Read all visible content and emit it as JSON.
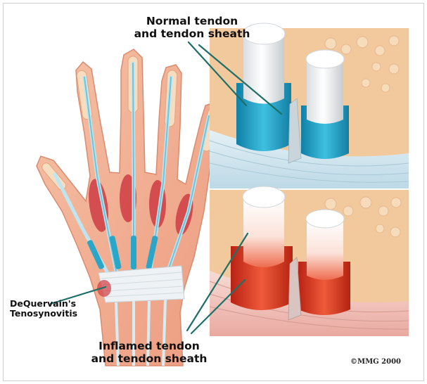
{
  "labels": {
    "normal": {
      "line1": "Normal tendon",
      "line2": "and tendon sheath"
    },
    "inflamed": {
      "line1": "Inflamed tendon",
      "line2": "and tendon sheath"
    },
    "condition": {
      "line1": "DeQuervain's",
      "line2": "Tenosynovitis"
    }
  },
  "copyright": "©MMG 2000",
  "colors": {
    "normal_sheath": "#2aa6c8",
    "inflamed_sheath": "#e0402a",
    "tendon": "#f2f2f2",
    "bone": "#f3c9a0",
    "skin": "#f4b49a",
    "muscle": "#d2454b",
    "leader_line": "#1d6f67"
  },
  "icons": [
    "hand-illustration",
    "normal-tendon-crosssection",
    "inflamed-tendon-crosssection"
  ]
}
